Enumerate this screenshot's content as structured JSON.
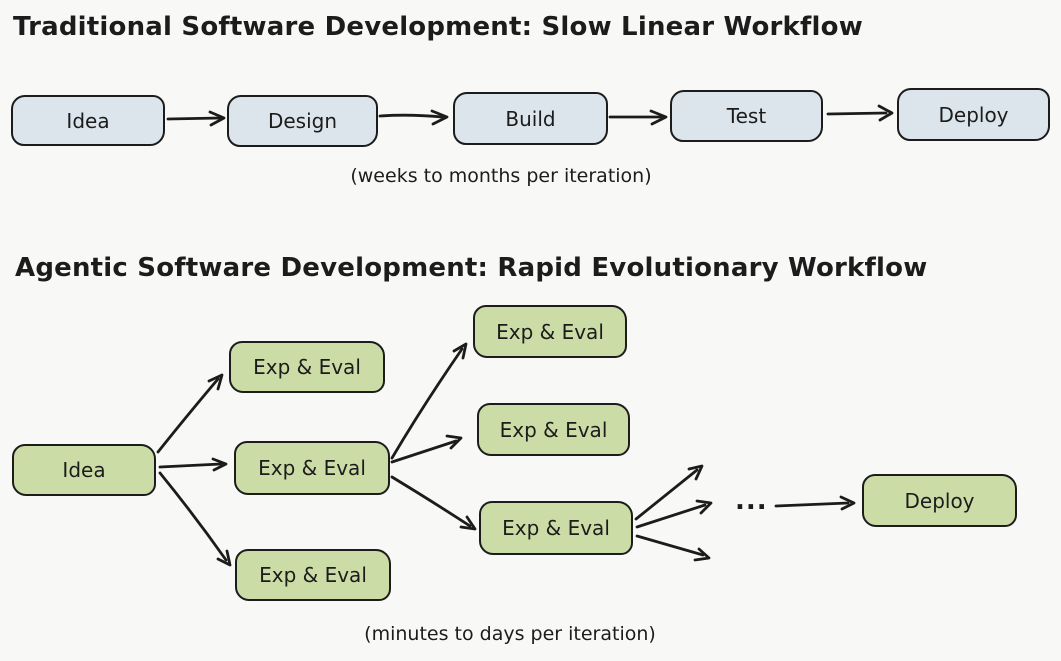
{
  "colors": {
    "background": "#f8f8f7",
    "traditional_box_fill": "#dbe5eb",
    "agentic_box_fill": "#ccdca6",
    "stroke": "#1c1c1c"
  },
  "traditional": {
    "title": "Traditional Software Development: Slow Linear Workflow",
    "caption": "(weeks to months per iteration)",
    "nodes": [
      {
        "label": "Idea"
      },
      {
        "label": "Design"
      },
      {
        "label": "Build"
      },
      {
        "label": "Test"
      },
      {
        "label": "Deploy"
      }
    ]
  },
  "agentic": {
    "title": "Agentic Software Development: Rapid Evolutionary Workflow",
    "caption": "(minutes to days per iteration)",
    "idea": {
      "label": "Idea"
    },
    "level1": [
      {
        "label": "Exp & Eval"
      },
      {
        "label": "Exp & Eval"
      },
      {
        "label": "Exp & Eval"
      }
    ],
    "level2": [
      {
        "label": "Exp & Eval"
      },
      {
        "label": "Exp & Eval"
      },
      {
        "label": "Exp & Eval"
      }
    ],
    "ellipsis": "...",
    "deploy": {
      "label": "Deploy"
    }
  }
}
